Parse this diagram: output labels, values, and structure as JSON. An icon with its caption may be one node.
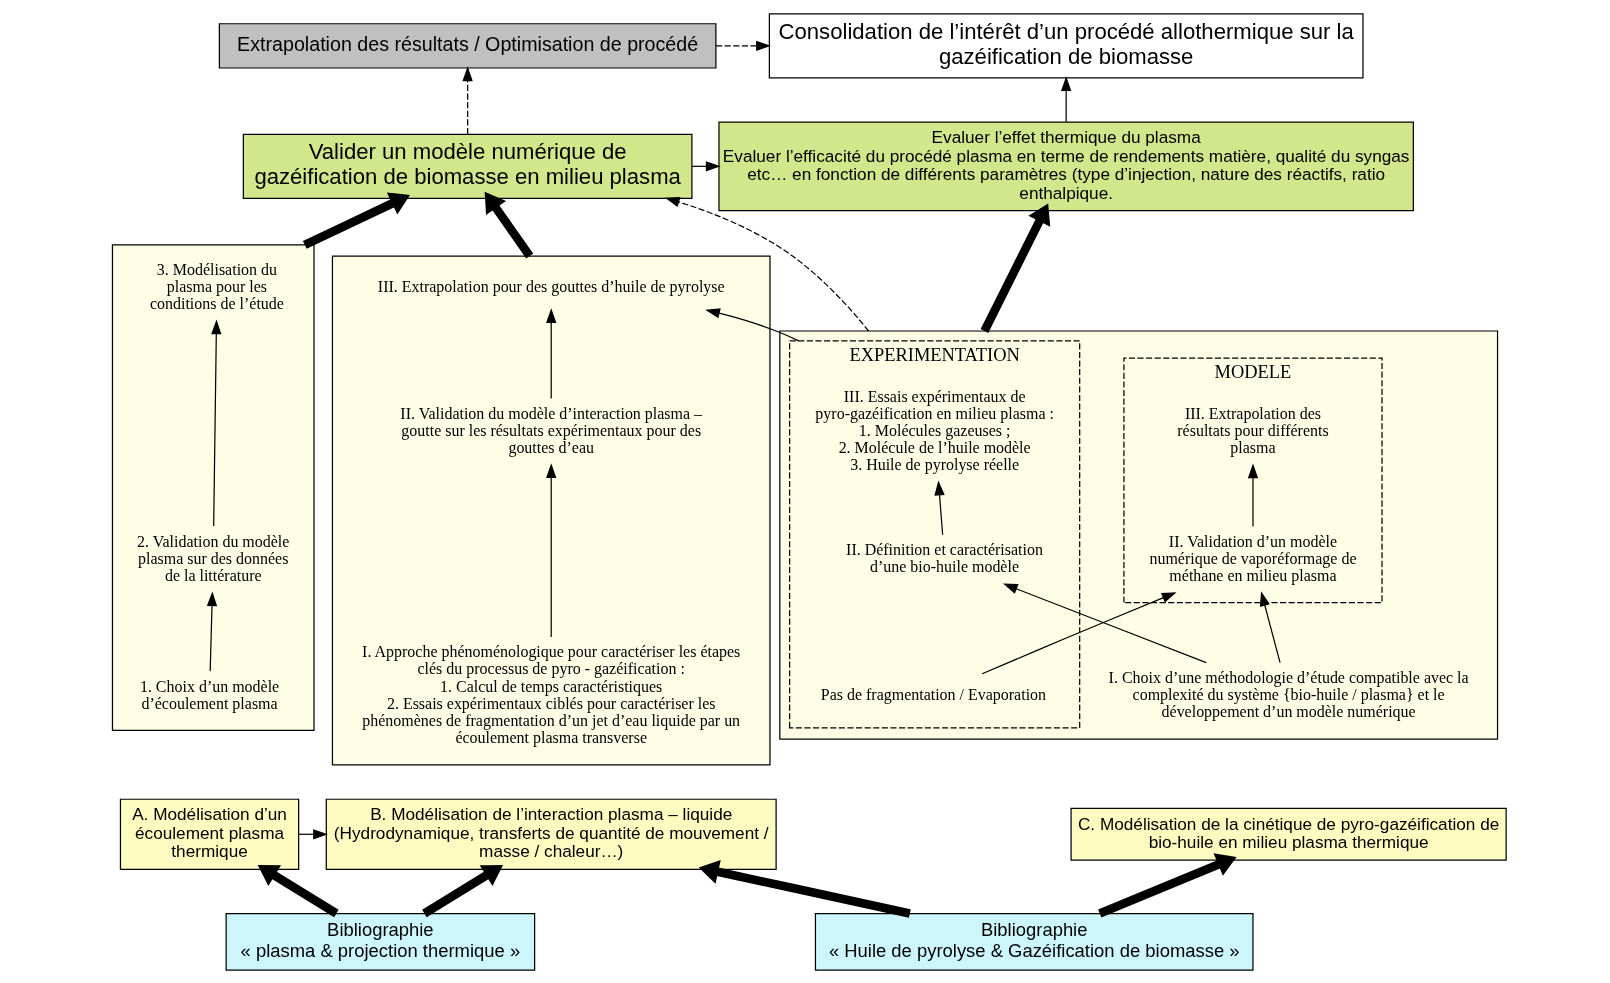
{
  "diagram": {
    "nodes": [
      {
        "text": [
          "Extrapolation des résultats / Optimisation de procédé"
        ]
      },
      {
        "text": [
          "Consolidation de l’intérêt d’un procédé allothermique sur la gazéification de biomasse"
        ]
      },
      {
        "text": [
          "Valider un modèle numérique de gazéification de biomasse en milieu plasma"
        ]
      },
      {
        "text": [
          "Evaluer l’effet thermique du plasma",
          "Evaluer l’efficacité du procédé plasma en terme de rendements matière, qualité du syngas etc… en fonction de différents paramètres (type d’injection, nature des réactifs, ratio enthalpique."
        ]
      },
      {
        "text": [],
        "shape": "box"
      },
      {
        "text": [
          "3. Modélisation du plasma pour les conditions de l’étude"
        ],
        "in": 4
      },
      {
        "text": [
          "2. Validation du modèle plasma sur des données de la littérature"
        ],
        "in": 4
      },
      {
        "text": [
          "1. Choix d’un modèle d’écoulement plasma"
        ],
        "in": 4
      },
      {
        "text": [
          "A. Modélisation d’un écoulement plasma thermique"
        ]
      },
      {
        "text": [],
        "shape": "box"
      },
      {
        "text": [
          "III. Extrapolation pour des gouttes d’huile de pyrolyse"
        ],
        "in": 9
      },
      {
        "text": [
          "II. Validation du modèle d’interaction plasma – goutte sur les résultats expérimentaux pour des gouttes d’eau"
        ],
        "in": 9
      },
      {
        "text": [
          "I. Approche phénoménologique pour caractériser les étapes clés du processus de pyro - gazéification :",
          "1. Calcul de temps caractéristiques",
          "2. Essais expérimentaux ciblés pour caractériser les phénomènes de fragmentation d’un jet d’eau liquide par un écoulement plasma transverse"
        ],
        "in": 9
      },
      {
        "text": [
          "B. Modélisation de l’interaction plasma – liquide (Hydrodynamique, transferts de quantité de mouvement / masse / chaleur…)"
        ]
      },
      {
        "text": [],
        "shape": "box"
      },
      {
        "text": [
          "EXPERIMENTATION"
        ],
        "in": 14
      },
      {
        "text": [
          "III. Essais expérimentaux de pyro-gazéification en milieu plasma :",
          "1. Molécules gazeuses ;",
          "2. Molécule de l’huile modèle",
          "3. Huile de pyrolyse réelle"
        ],
        "in": 15
      },
      {
        "text": [
          "Pas de fragmentation / Evaporation"
        ],
        "in": 15
      },
      {
        "text": [
          "II. Définition et caractérisation d’une bio-huile modèle"
        ],
        "in": 15
      },
      {
        "text": [
          "MODELE"
        ],
        "in": 14
      },
      {
        "text": [
          "III. Extrapolation des résultats pour différents plasma"
        ],
        "in": 19
      },
      {
        "text": [
          "II. Validation d’un modèle numérique de vaporéformage de méthane en milieu plasma"
        ],
        "in": 19
      },
      {
        "text": [
          "I. Choix d’une méthodologie d’étude compatible avec la complexité du système {bio-huile / plasma} et le développement d’un modèle numérique"
        ],
        "in": 14
      },
      {
        "text": [
          "C. Modélisation de la cinétique de pyro-gazéification de bio-huile en milieu plasma thermique"
        ]
      },
      {
        "text": [
          "Bibliographie",
          "« plasma & projection thermique »"
        ]
      },
      {
        "text": [
          "Bibliographie",
          "« Huile de pyrolyse & Gazéification de biomasse »"
        ]
      }
    ],
    "edges": [
      {
        "from": 0,
        "to": 1,
        "arrow": "to",
        "style": "dashed"
      },
      {
        "from": 2,
        "to": 0,
        "arrow": "to",
        "style": "dashed"
      },
      {
        "from": 3,
        "to": 1,
        "arrow": "to"
      },
      {
        "from": 2,
        "to": 3,
        "arrow": "to"
      },
      {
        "from": 4,
        "to": 2,
        "arrow": "to",
        "style": "thick"
      },
      {
        "from": 9,
        "to": 2,
        "arrow": "to",
        "style": "thick"
      },
      {
        "from": 14,
        "to": 3,
        "arrow": "to",
        "style": "thick"
      },
      {
        "from": 14,
        "to": 2,
        "arrow": "to",
        "style": "dashed"
      },
      {
        "from": 7,
        "to": 6,
        "arrow": "to"
      },
      {
        "from": 6,
        "to": 5,
        "arrow": "to"
      },
      {
        "from": 8,
        "to": 13,
        "arrow": "to"
      },
      {
        "from": 12,
        "to": 11,
        "arrow": "to"
      },
      {
        "from": 11,
        "to": 10,
        "arrow": "to"
      },
      {
        "from": 15,
        "to": 10,
        "arrow": "to"
      },
      {
        "from": 22,
        "to": 18,
        "arrow": "to"
      },
      {
        "from": 18,
        "to": 16,
        "arrow": "to"
      },
      {
        "from": 22,
        "to": 21,
        "arrow": "to"
      },
      {
        "from": 21,
        "to": 20,
        "arrow": "to"
      },
      {
        "from": 17,
        "to": 21,
        "arrow": "to"
      },
      {
        "from": 24,
        "to": 8,
        "arrow": "to",
        "style": "thick"
      },
      {
        "from": 24,
        "to": 13,
        "arrow": "to",
        "style": "thick"
      },
      {
        "from": 25,
        "to": 13,
        "arrow": "to",
        "style": "thick"
      },
      {
        "from": 25,
        "to": 23,
        "arrow": "to",
        "style": "thick"
      }
    ]
  }
}
